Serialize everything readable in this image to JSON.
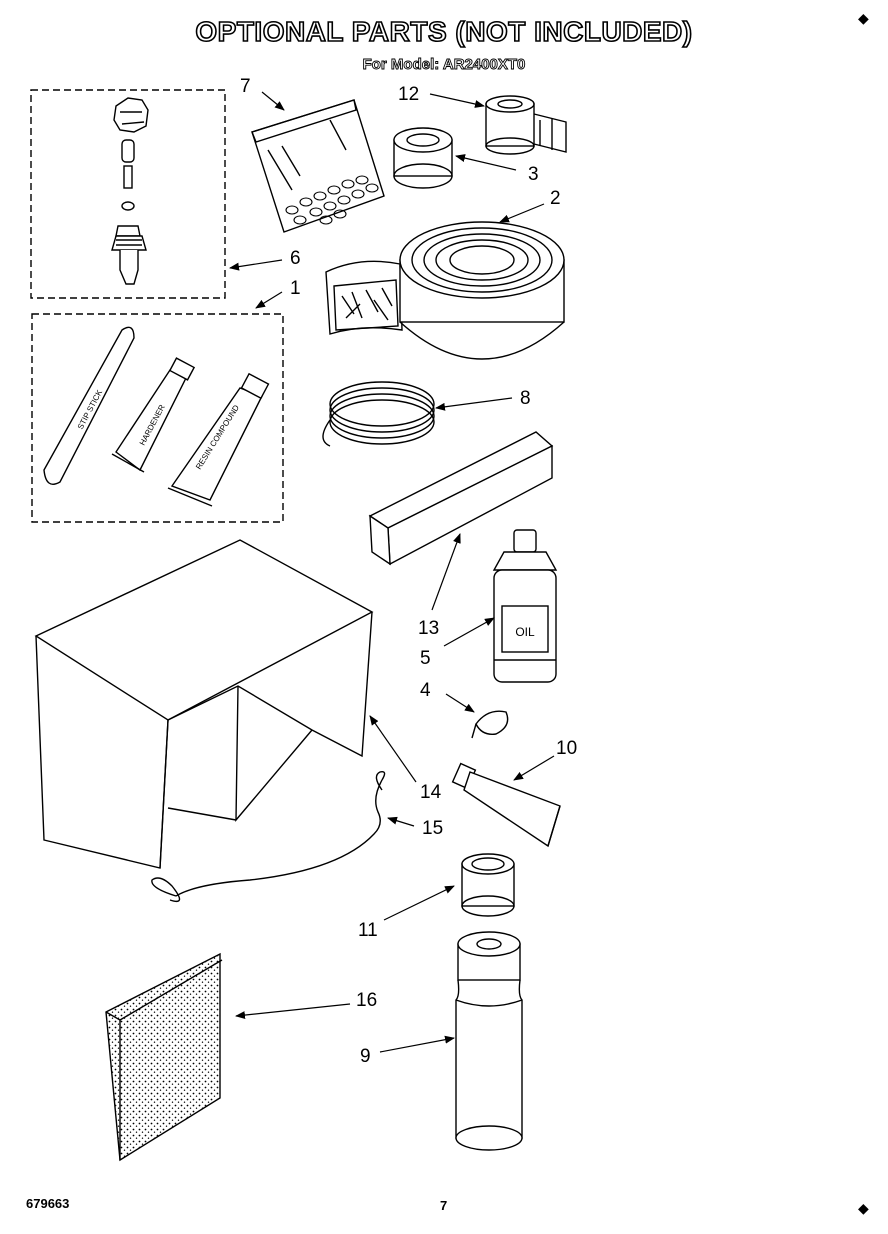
{
  "header": {
    "title": "OPTIONAL PARTS (NOT INCLUDED)",
    "subtitle": "For Model: AR2400XT0"
  },
  "footer": {
    "doc_number": "679663",
    "page_number": "7",
    "corner_mark": "◆"
  },
  "callouts": {
    "c1": "1",
    "c2": "2",
    "c3": "3",
    "c4": "4",
    "c5": "5",
    "c6": "6",
    "c7": "7",
    "c8": "8",
    "c9": "9",
    "c10": "10",
    "c11": "11",
    "c12": "12",
    "c13": "13",
    "c14": "14",
    "c15": "15",
    "c16": "16"
  },
  "product_text": {
    "stick_label": "STIP STICK",
    "tube1_label": "HARDENER",
    "tube2_label": "RESIN COMPOUND",
    "bottle_label": "OIL"
  }
}
